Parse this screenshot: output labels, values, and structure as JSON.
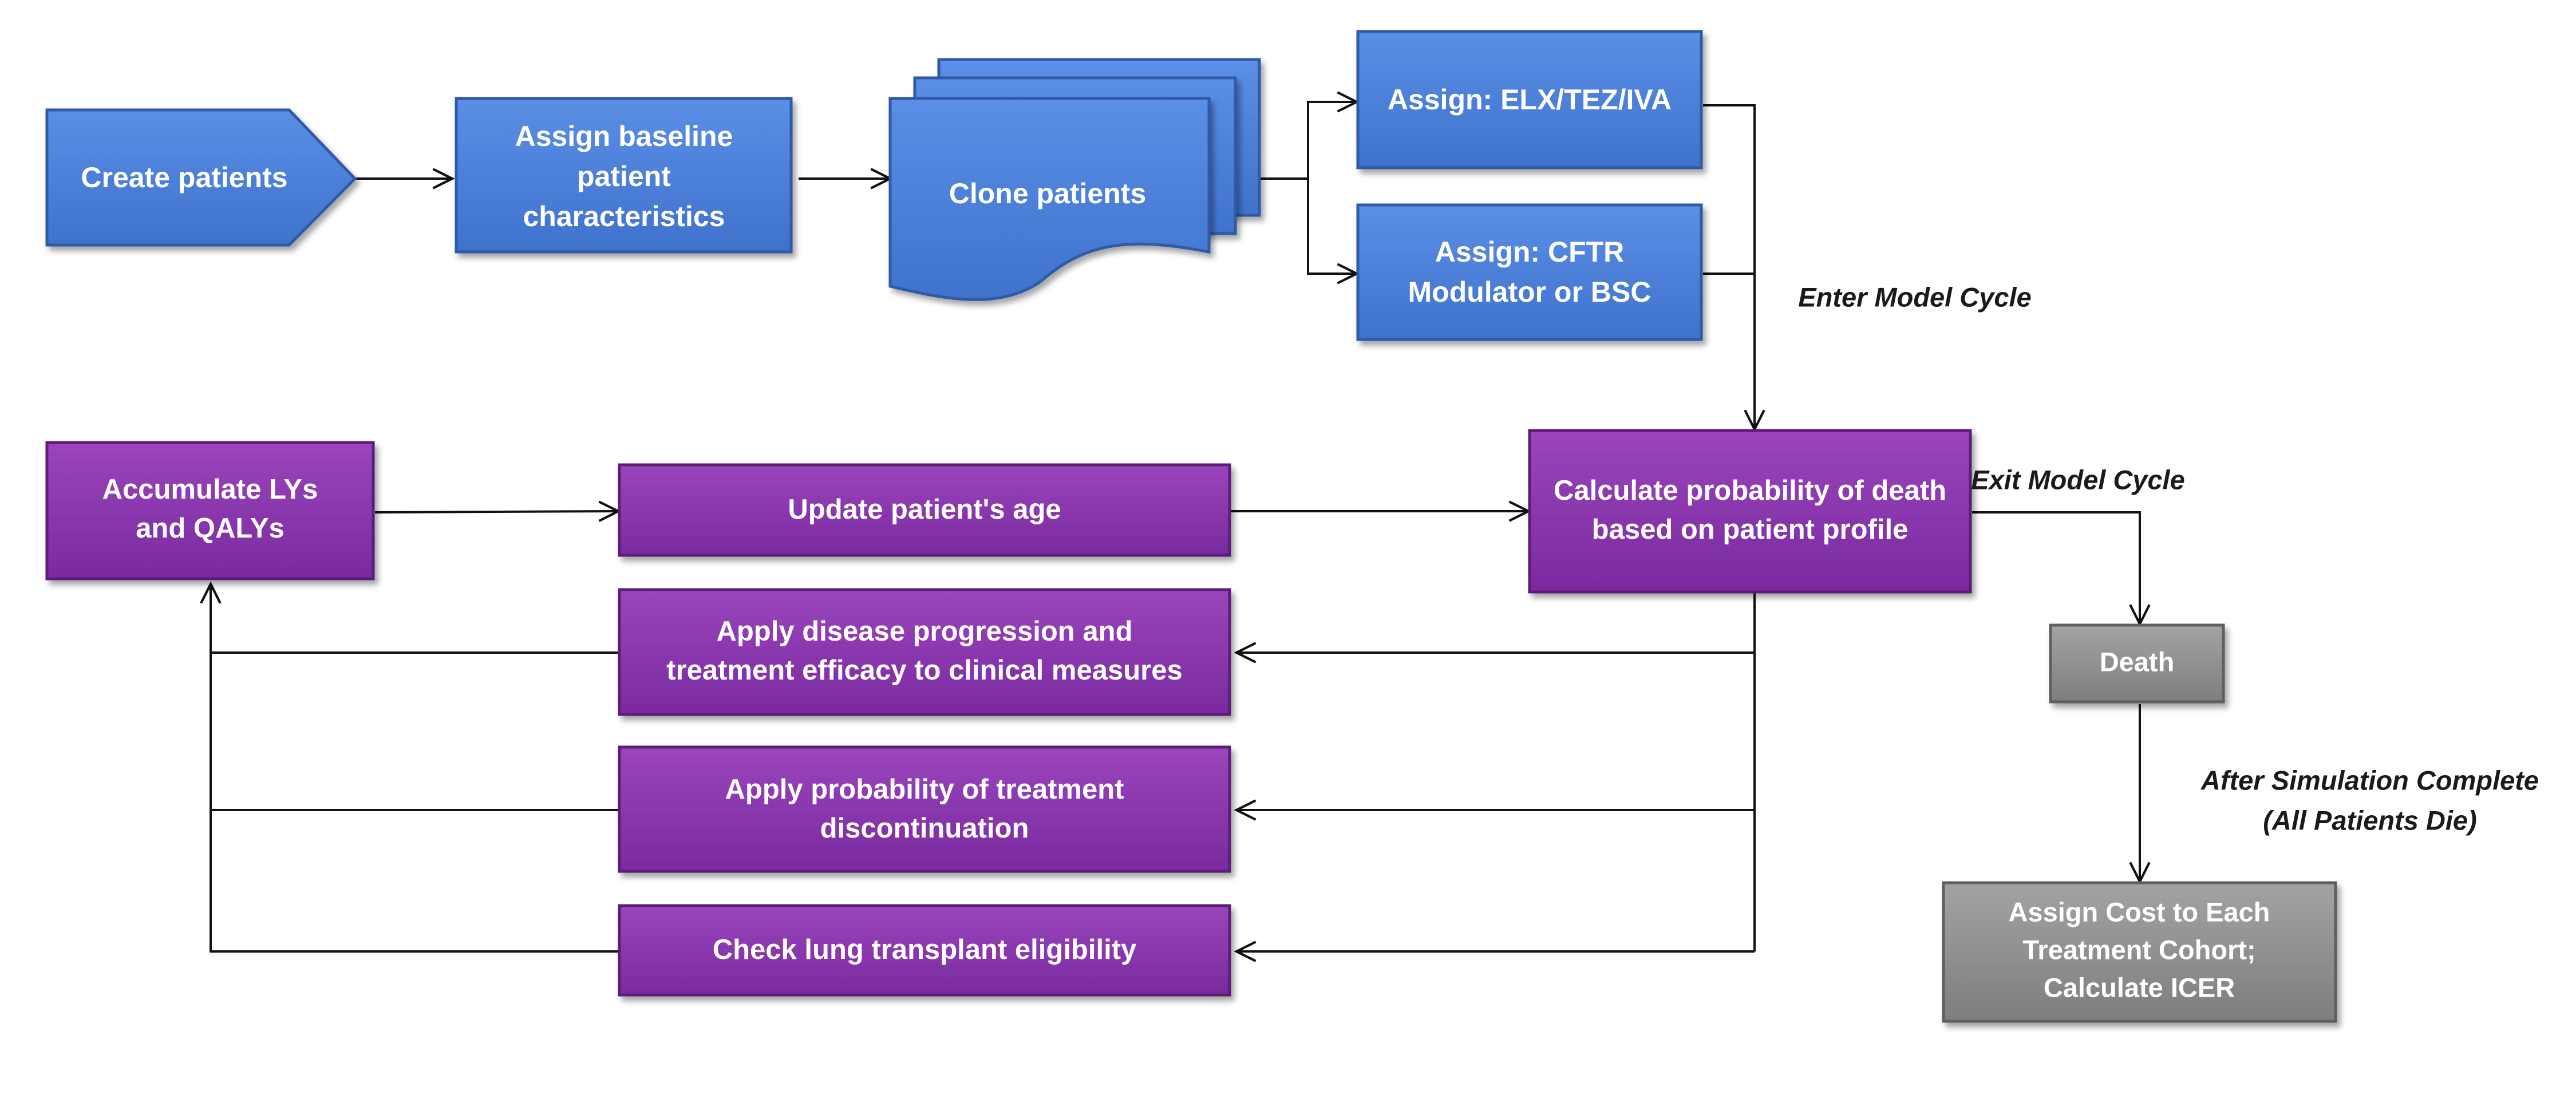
{
  "colors": {
    "blue": "#4a7fd8",
    "purple": "#8a35aa",
    "grey": "#8f8f8f",
    "line": "#111111"
  },
  "nodes": {
    "create_patients": "Create patients",
    "assign_baseline": [
      "Assign baseline",
      "patient",
      "characteristics"
    ],
    "clone_patients": "Clone patients",
    "assign_elx": "Assign: ELX/TEZ/IVA",
    "assign_cftr": [
      "Assign: CFTR",
      "Modulator or BSC"
    ],
    "calc_prob_death": [
      "Calculate probability of death",
      "based on patient profile"
    ],
    "update_age": "Update patient's age",
    "accumulate": [
      "Accumulate LYs",
      "and QALYs"
    ],
    "apply_disease": [
      "Apply disease progression and",
      "treatment efficacy to clinical measures"
    ],
    "apply_discontinuation": [
      "Apply probability of treatment",
      "discontinuation"
    ],
    "check_lung": "Check lung transplant eligibility",
    "death": "Death",
    "assign_cost": [
      "Assign Cost to Each",
      "Treatment Cohort;",
      "Calculate ICER"
    ]
  },
  "annotations": {
    "enter_cycle": "Enter Model Cycle",
    "exit_cycle": "Exit Model Cycle",
    "after_sim": [
      "After Simulation Complete",
      "(All Patients Die)"
    ]
  }
}
